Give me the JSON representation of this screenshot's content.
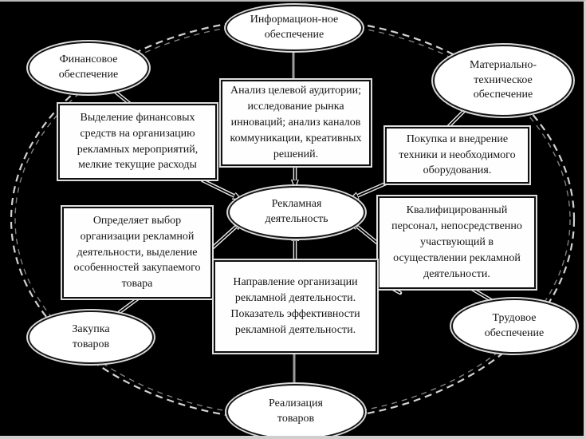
{
  "colors": {
    "background": "#000000",
    "node_fill": "#ffffff",
    "node_border": "#111111",
    "connector": "#e8e8e8",
    "dashed_ring": "#d2d2d2"
  },
  "nodes": {
    "information_support": "Информацион-ное обеспечение",
    "financial_support": "Финансовое обеспечение",
    "material_technical_support": "Материально-техническое обеспечение",
    "advertising_activity": "Рекламная деятельность",
    "goods_purchase": "Закупка товаров",
    "labor_support": "Трудовое обеспечение",
    "goods_sales": "Реализация товаров"
  },
  "boxes": {
    "audience_analysis": "Анализ целевой аудитории; исследование рынка инноваций; анализ каналов коммуникации, креативных решений.",
    "financial_allocation": "Выделение финансовых средств на организацию рекламных мероприятий, мелкие текущие расходы",
    "equipment_purchase": "Покупка и внедрение техники и необходимого оборудования.",
    "organization_choice": "Определяет выбор организации рекламной деятельности, выделение особенностей закупаемого товара",
    "qualified_personnel": "Квалифицированный персонал, непосредственно участвующий в осуществлении рекламной деятельности.",
    "organization_direction": "Направление организации рекламной деятельности. Показатель эффективности рекламной деятельности."
  }
}
